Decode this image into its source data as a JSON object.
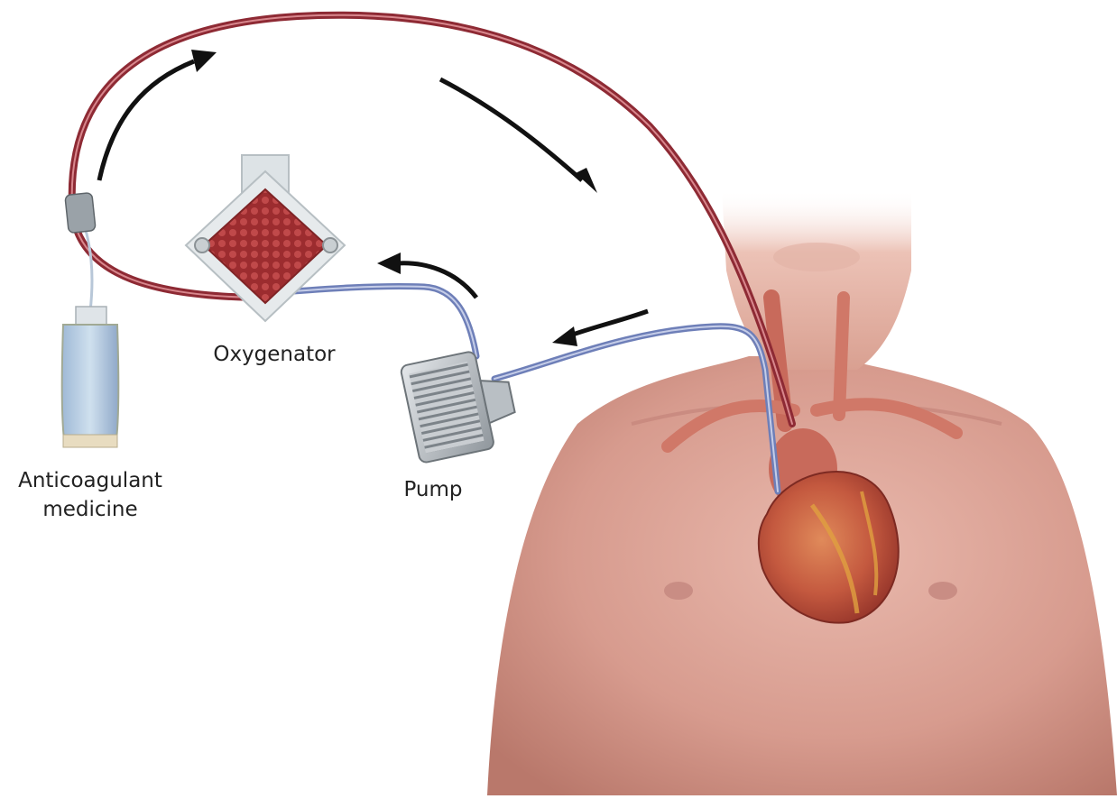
{
  "labels": {
    "oxygenator": "Oxygenator",
    "pump": "Pump",
    "anticoagulant_line1": "Anticoagulant",
    "anticoagulant_line2": "medicine"
  },
  "colors": {
    "oxygenated_tube": "#8e2a34",
    "deoxygenated_tube": "#6e7fb8",
    "skin": "#d69a8e",
    "heart": "#b94a3a",
    "arrow": "#111111",
    "label_text": "#222222"
  }
}
